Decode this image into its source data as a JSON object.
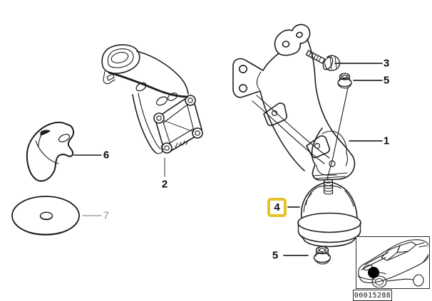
{
  "diagram": {
    "callouts": {
      "c1": {
        "label": "1"
      },
      "c2": {
        "label": "2"
      },
      "c3": {
        "label": "3"
      },
      "c4": {
        "label": "4"
      },
      "c5a": {
        "label": "5"
      },
      "c5b": {
        "label": "5"
      },
      "c6": {
        "label": "6"
      },
      "c7": {
        "label": "7"
      }
    },
    "highlighted_callout": "4",
    "inset": {
      "code": "00015288"
    },
    "colors": {
      "line": "#1d1d1b",
      "highlight": "#e6c229",
      "muted_label": "#b1b1b1",
      "background": "#ffffff"
    }
  }
}
